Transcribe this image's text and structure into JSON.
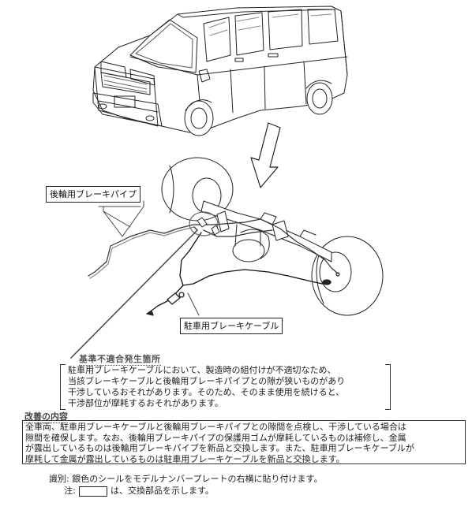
{
  "labels": {
    "rear_brake_pipe": "後輪用ブレーキパイプ",
    "parking_brake_cable": "駐車用ブレーキケーブル"
  },
  "defect": {
    "title": "基準不適合発生箇所",
    "lines": [
      "駐車用ブレーキケーブルにおいて、製造時の組付けが不適切なため、",
      "当該ブレーキケーブルと後輪用ブレーキパイプとの隙が狭いものがあり",
      "干渉しているおそれがあります。そのため、そのまま使用を続けると、",
      "干渉部位が摩耗するおそれがあります。"
    ]
  },
  "remedy": {
    "title": "改善の内容",
    "lines": [
      "全車両、駐車用ブレーキケーブルと後輪用ブレーキパイプとの隙間を点検し、干渉している場合は",
      "隙間を確保します。なお、後輪用ブレーキパイプの保護用ゴムが摩耗しているものは補修し、金属",
      "が露出しているものは後輪用ブレーキパイプを新品と交換します。また、駐車用ブレーキケーブルが",
      "摩耗して金属が露出しているものは駐車用ブレーキケーブルを新品と交換します。"
    ]
  },
  "identification": "識別: 銀色のシールをモデルナンバープレートの右横に貼り付けます。",
  "note": {
    "label": "注:",
    "text": "は、交換部品を示します。"
  }
}
